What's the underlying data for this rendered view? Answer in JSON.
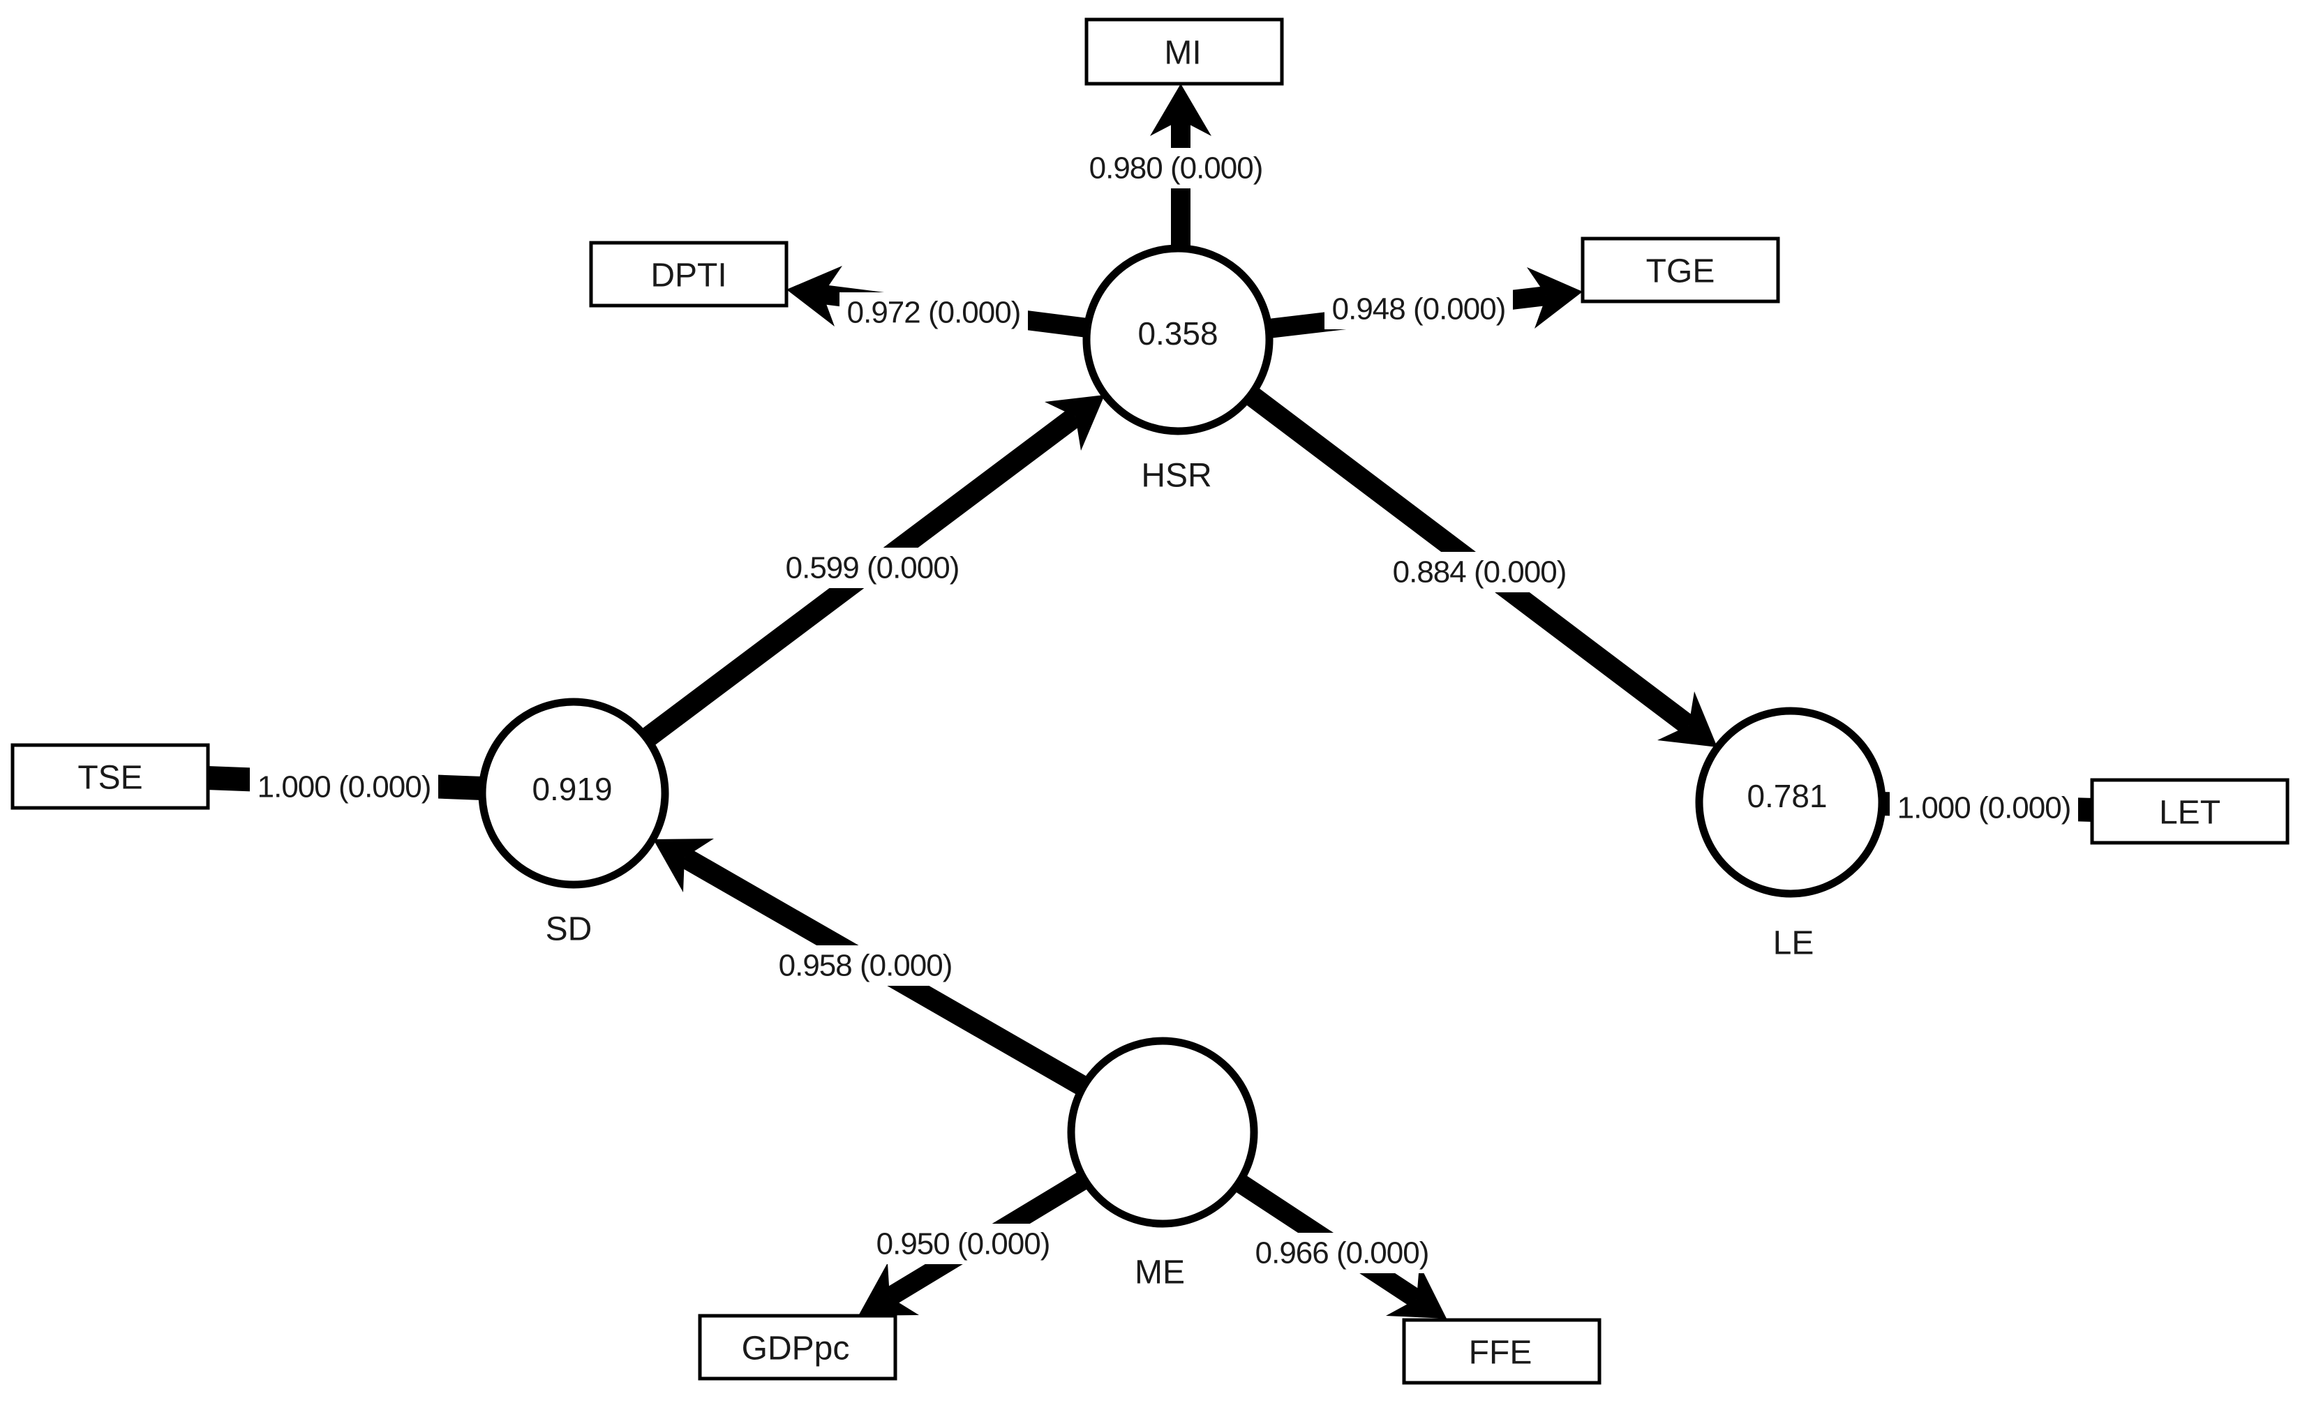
{
  "diagram": {
    "kind": "pls-sem-path-model",
    "colors": {
      "shape_stroke": "#000000",
      "shape_fill": "#ffffff",
      "text": "#1a1a1a"
    },
    "constructs": {
      "hsr": {
        "label": "HSR",
        "value": "0.358"
      },
      "sd": {
        "label": "SD",
        "value": "0.919"
      },
      "le": {
        "label": "LE",
        "value": "0.781"
      },
      "me": {
        "label": "ME",
        "value": ""
      }
    },
    "indicators": {
      "mi": {
        "label": "MI"
      },
      "dpti": {
        "label": "DPTI"
      },
      "tge": {
        "label": "TGE"
      },
      "tse": {
        "label": "TSE"
      },
      "let": {
        "label": "LET"
      },
      "gdppc": {
        "label": "GDPpc"
      },
      "ffe": {
        "label": "FFE"
      }
    },
    "paths": {
      "sd_hsr": {
        "from": "SD",
        "to": "HSR",
        "coef": "0.599 (0.000)"
      },
      "hsr_le": {
        "from": "HSR",
        "to": "LE",
        "coef": "0.884 (0.000)"
      },
      "me_sd": {
        "from": "ME",
        "to": "SD",
        "coef": "0.958 (0.000)"
      }
    },
    "loadings": {
      "hsr_mi": {
        "indicator": "MI",
        "value": "0.980 (0.000)"
      },
      "hsr_dpti": {
        "indicator": "DPTI",
        "value": "0.972 (0.000)"
      },
      "hsr_tge": {
        "indicator": "TGE",
        "value": "0.948 (0.000)"
      },
      "sd_tse": {
        "indicator": "TSE",
        "value": "1.000 (0.000)"
      },
      "le_let": {
        "indicator": "LET",
        "value": "1.000 (0.000)"
      },
      "me_gdppc": {
        "indicator": "GDPpc",
        "value": "0.950 (0.000)"
      },
      "me_ffe": {
        "indicator": "FFE",
        "value": "0.966 (0.000)"
      }
    }
  }
}
